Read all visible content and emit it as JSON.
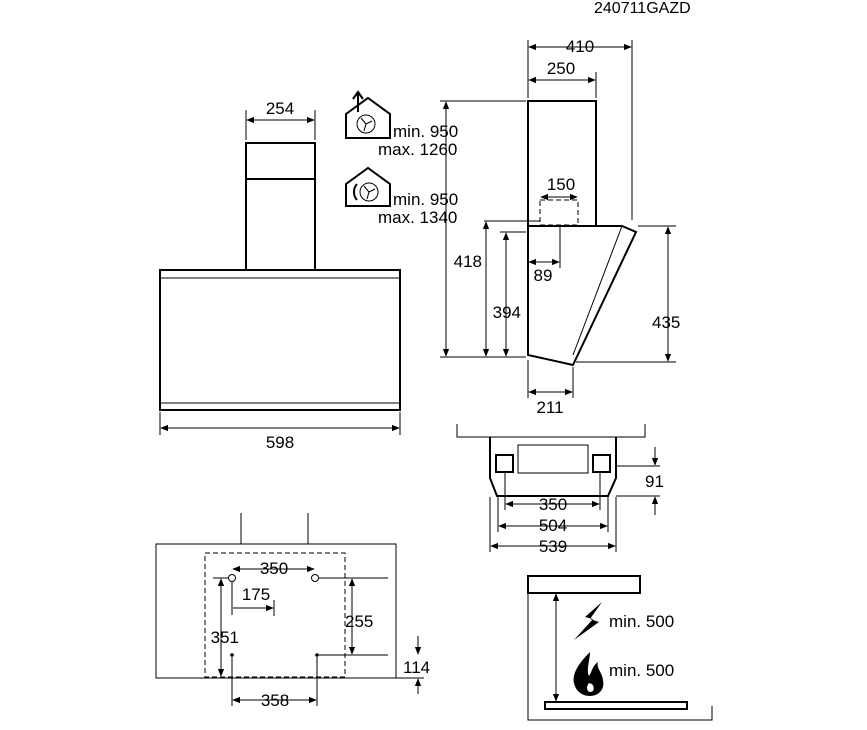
{
  "model_code": "240711GAZD",
  "front_view": {
    "chimney_width": "254",
    "body_width": "598"
  },
  "side_view": {
    "top_total": "410",
    "chimney_depth": "250",
    "outlet_width": "150",
    "outlet_offset": "89",
    "height_418": "418",
    "height_394": "394",
    "height_435": "435",
    "base_depth": "211"
  },
  "install_heights": {
    "extraction": {
      "min": "min. 950",
      "max": "max. 1260",
      "icon": "house-fan-up-icon"
    },
    "recirculation": {
      "min": "min. 950",
      "max": "max. 1340",
      "icon": "house-fan-recirc-icon"
    }
  },
  "top_view": {
    "inner_350": "350",
    "inner_504": "504",
    "outer_539": "539",
    "depth_91": "91"
  },
  "wall_mount": {
    "holes_350": "350",
    "holes_175": "175",
    "height_255": "255",
    "height_351": "351",
    "bottom_358": "358",
    "bottom_114": "114"
  },
  "clearance": {
    "electric": {
      "label": "min. 500",
      "icon": "lightning-icon"
    },
    "gas": {
      "label": "min. 500",
      "icon": "flame-icon"
    }
  }
}
